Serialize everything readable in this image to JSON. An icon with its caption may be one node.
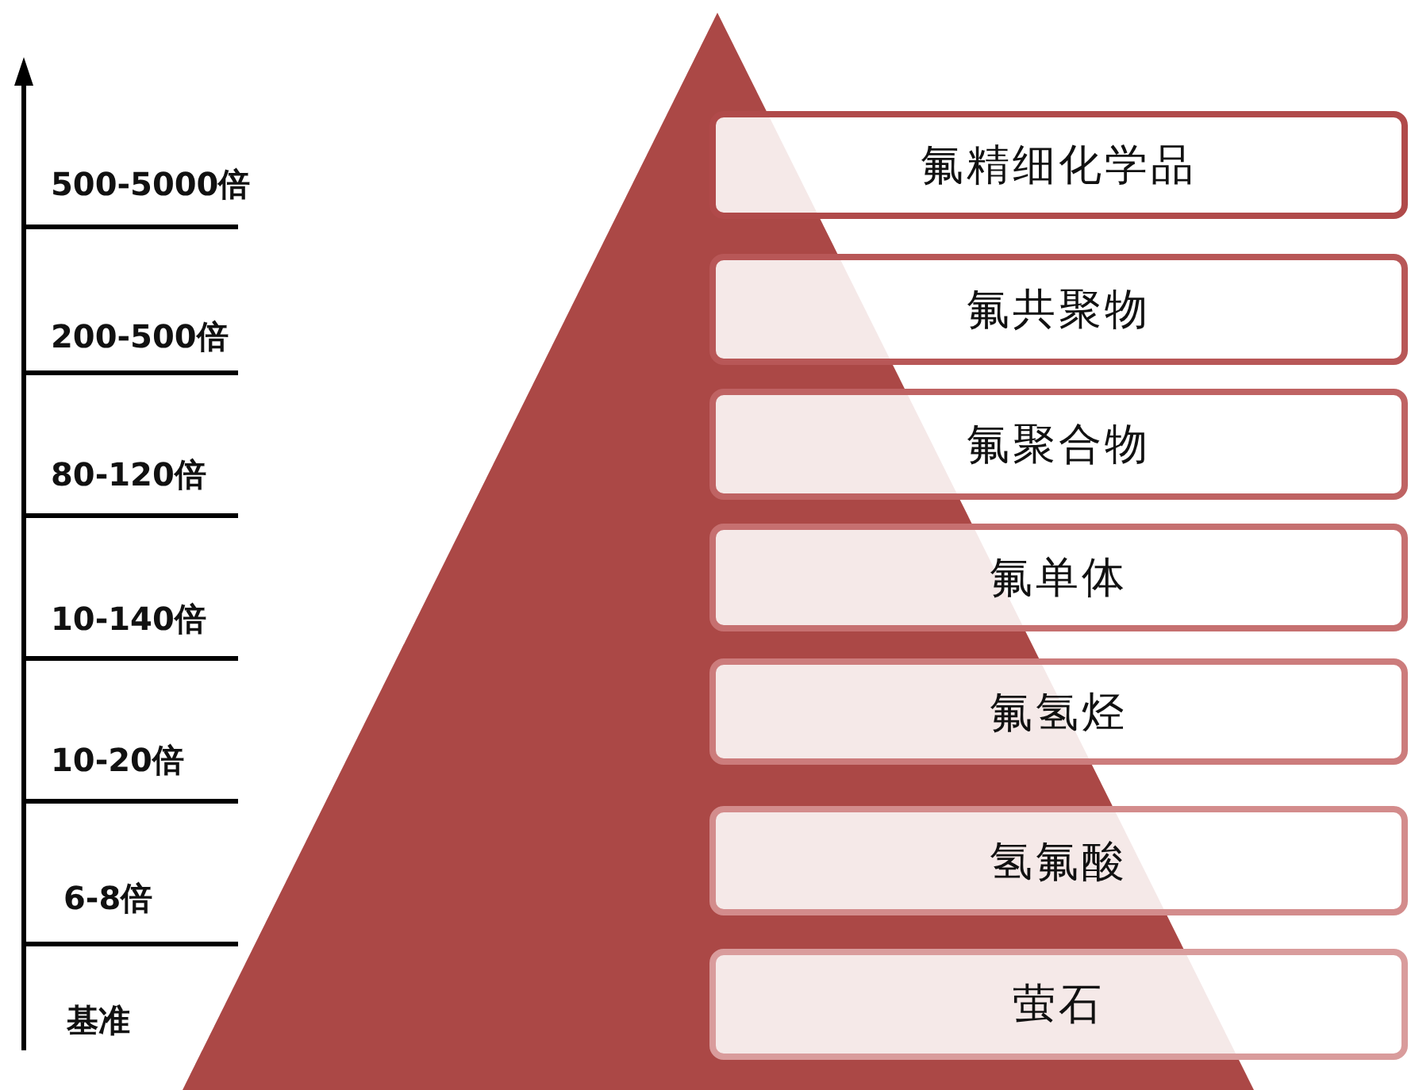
{
  "diagram": {
    "nodes": [
      {
        "text": [
          "氟精细化学品"
        ]
      },
      {
        "text": [
          "氟共聚物"
        ]
      },
      {
        "text": [
          "氟聚合物"
        ]
      },
      {
        "text": [
          "氟单体"
        ]
      },
      {
        "text": [
          "氟氢烃"
        ]
      },
      {
        "text": [
          "氢氟酸"
        ]
      },
      {
        "text": [
          "萤石"
        ]
      }
    ],
    "labels": [
      "500-5000倍",
      "200-500倍",
      "80-120倍",
      "10-140倍",
      "10-20倍",
      "6-8倍",
      "基准"
    ]
  }
}
